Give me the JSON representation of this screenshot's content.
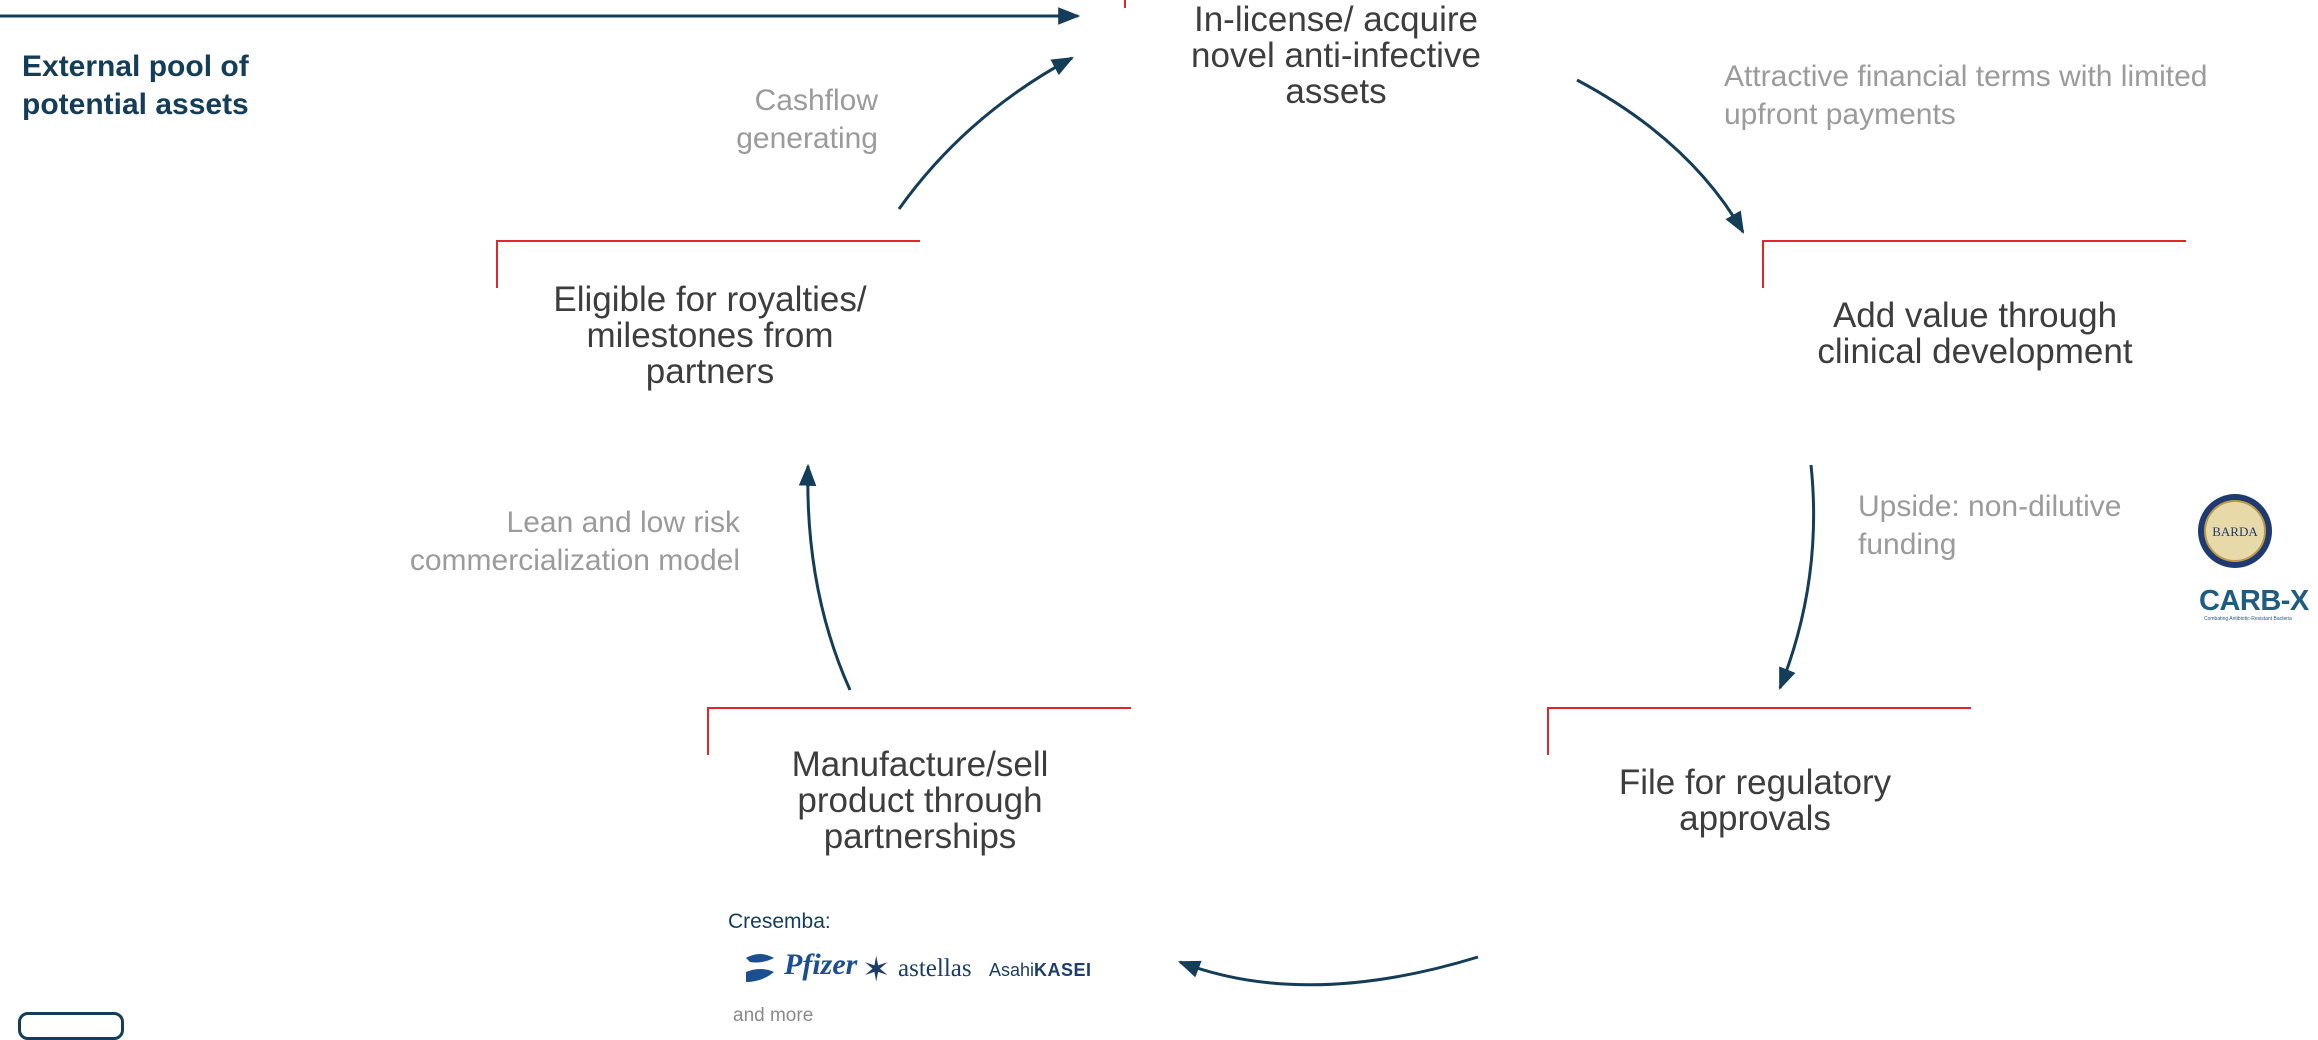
{
  "pool": {
    "label": "External pool of\npotential assets"
  },
  "steps": {
    "acquire": "In-license/ acquire\nnovel anti-infective\nassets",
    "develop": "Add value through\nclinical development",
    "file": "File for regulatory\napprovals",
    "manufacture": "Manufacture/sell\nproduct through\npartnerships",
    "royalties": "Eligible for royalties/\nmilestones from\npartners"
  },
  "notes": {
    "financial": "Attractive financial terms with limited\nupfront payments",
    "upside": "Upside: non-dilutive\nfunding",
    "lean": "Lean and low risk\ncommercialization model",
    "cashflow": "Cashflow\ngenerating"
  },
  "partners": {
    "cresemba_label": "Cresemba:",
    "pfizer": "Pfizer",
    "astellas": "astellas",
    "asahi_prefix": "Asahi",
    "asahi_suffix": "KASEI",
    "and_more": "and more"
  },
  "funders": {
    "barda": "BARDA",
    "carbx": "CARB-X",
    "carbx_tagline": "Combating Antibiotic-Resistant Bacteria"
  },
  "colors": {
    "arrow": "#143d59",
    "bracket": "#e3262b",
    "step_text": "#3d3d3d",
    "note_text": "#9b9b9b"
  }
}
